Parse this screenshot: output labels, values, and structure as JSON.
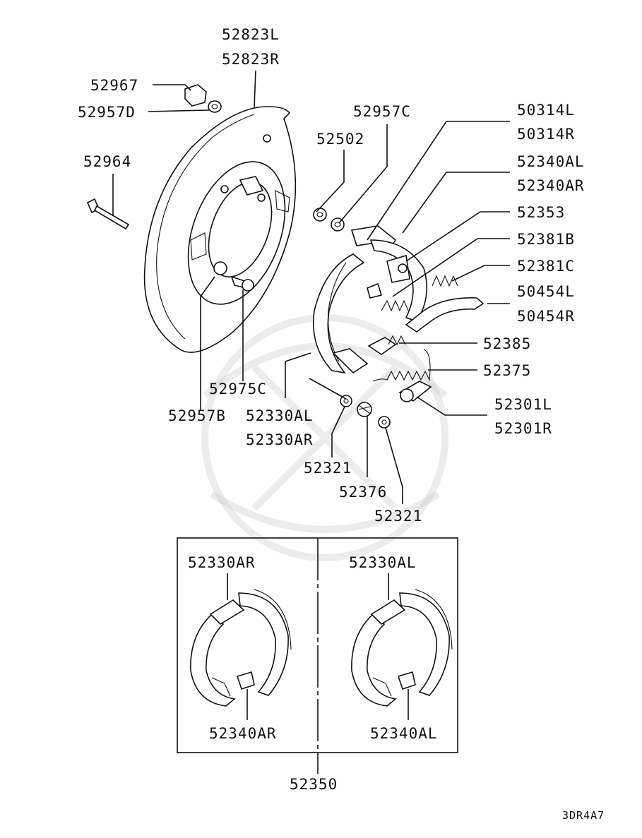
{
  "labels": {
    "p52823L": "52823L",
    "p52823R": "52823R",
    "p52967": "52967",
    "p52957D": "52957D",
    "p52964": "52964",
    "p52957C": "52957C",
    "p52502": "52502",
    "p50314L": "50314L",
    "p50314R": "50314R",
    "p52340AL": "52340AL",
    "p52340AR": "52340AR",
    "p52353": "52353",
    "p52381B": "52381B",
    "p52381C": "52381C",
    "p50454L": "50454L",
    "p50454R": "50454R",
    "p52385": "52385",
    "p52375": "52375",
    "p52301L": "52301L",
    "p52301R": "52301R",
    "p52975C": "52975C",
    "p52957B": "52957B",
    "p52330AL": "52330AL",
    "p52330AR": "52330AR",
    "p52321a": "52321",
    "p52376": "52376",
    "p52321b": "52321",
    "box_left_top": "52330AR",
    "box_left_bottom": "52340AR",
    "box_right_top": "52330AL",
    "box_right_bottom": "52340AL",
    "p52350": "52350"
  },
  "diagram_code": "3DR4A7"
}
